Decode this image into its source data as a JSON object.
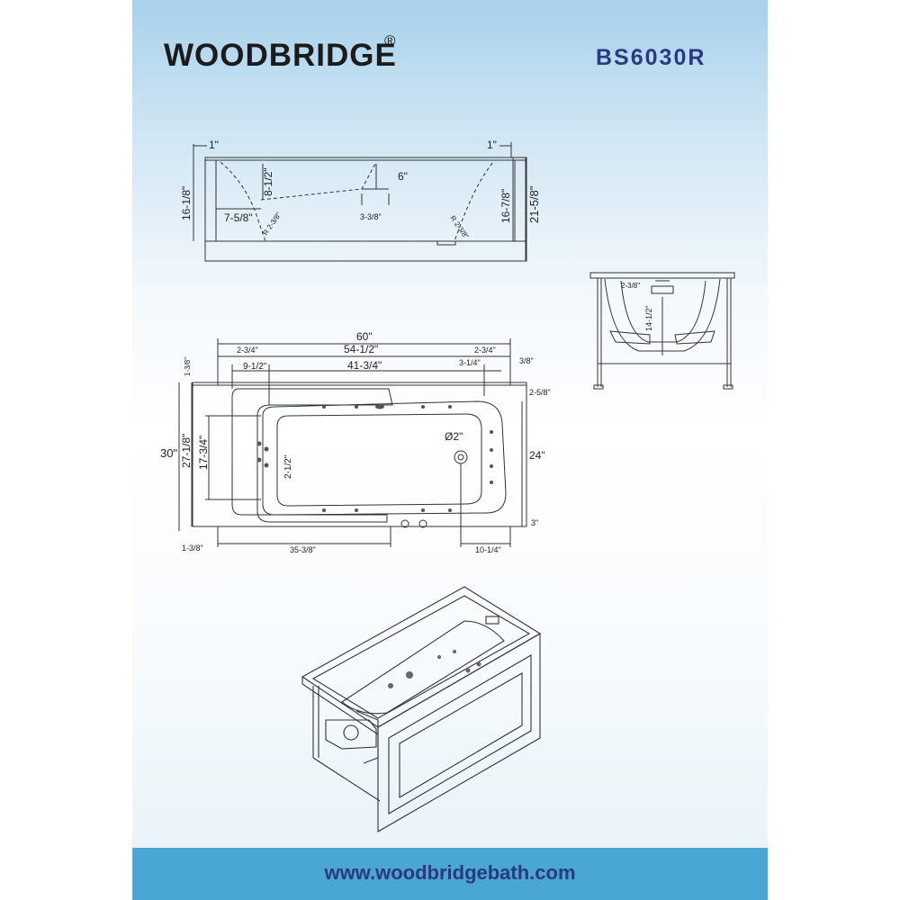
{
  "header": {
    "brand": "WOODBRIDGE",
    "brand_mark": "®",
    "model": "BS6030R"
  },
  "footer": {
    "url": "www.woodbridgebath.com"
  },
  "side_section": {
    "dims": [
      "1\"",
      "1\"",
      "16-1/8\"",
      "8-1/2\"",
      "6\"",
      "7-5/8\"",
      "R 2-3/8\"",
      "3-3/8\"",
      "R 2-3/8\"",
      "16-7/8\"",
      "21-5/8\""
    ]
  },
  "top_view": {
    "dims": [
      "60\"",
      "2-3/4\"",
      "54-1/2\"",
      "2-3/4\"",
      "9-1/2\"",
      "41-3/4\"",
      "3-1/4\"",
      "3/8\"",
      "1-3/8\"",
      "2-5/8\"",
      "30\"",
      "27-1/8\"",
      "17-3/4\"",
      "2-1/2\"",
      "Ø2\"",
      "24\"",
      "3\"",
      "1-3/8\"",
      "35-3/8\"",
      "10-1/4\""
    ]
  },
  "end_view": {
    "dims": [
      "2-3/8\"",
      "14-1/2\""
    ]
  },
  "colors": {
    "sheet_top": "#a8d1ec",
    "footer_band": "#4aa6d4",
    "model_text": "#2a3a82",
    "brand_text": "#1b1b1b"
  }
}
